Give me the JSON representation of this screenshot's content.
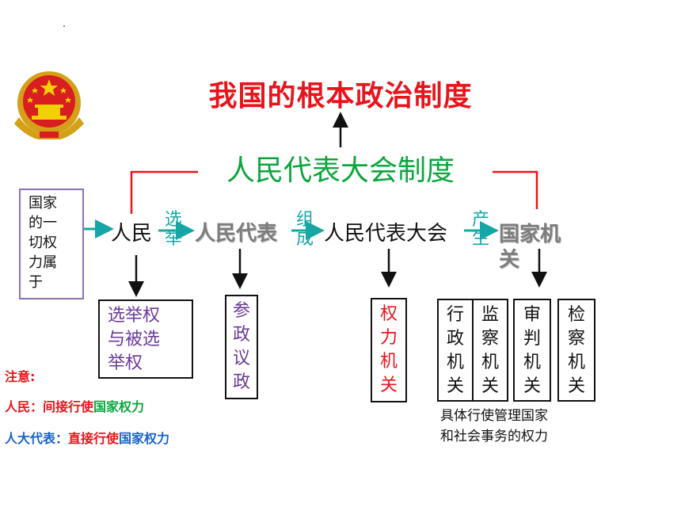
{
  "title": "我国的根本政治制度",
  "subtitle": "人民代表大会制度",
  "source_box": [
    "国家",
    "的一",
    "切权",
    "力属",
    "于"
  ],
  "nodes": {
    "people": "人民",
    "deputies": "人民代表",
    "congress": "人民代表大会",
    "organs_line1": "国家机",
    "organs_line2": "关"
  },
  "edge_labels": {
    "elect": [
      "选",
      "举"
    ],
    "form": [
      "组",
      "成"
    ],
    "produce": [
      "产",
      "生"
    ]
  },
  "boxes": {
    "election_rights": [
      "选举权",
      "与被选",
      "举权"
    ],
    "participation": [
      "参",
      "政",
      "议",
      "政"
    ],
    "power_organ": [
      "权",
      "力",
      "机",
      "关"
    ],
    "admin_organ": [
      "行",
      "政",
      "机",
      "关"
    ],
    "supervision_organ": [
      "监",
      "察",
      "机",
      "关"
    ],
    "judicial_organ": [
      "审",
      "判",
      "机",
      "关"
    ],
    "procuratorial_organ": [
      "检",
      "察",
      "机",
      "关"
    ]
  },
  "caption": [
    "具体行使管理国家",
    "和社会事务的权力"
  ],
  "notes": {
    "heading": "注意:",
    "line1_prefix": "人民：",
    "line1_middle": "间接行使",
    "line1_suffix": "国家权力",
    "line2_prefix": "人大代表：",
    "line2_middle": "直接行使",
    "line2_suffix": "国家权力"
  },
  "colors": {
    "title": "#e8141b",
    "subtitle": "#0aa63c",
    "connector": "#e8141b",
    "arrow_teal": "#16a6a6",
    "edge_label": "#16a6a6",
    "election_text": "#6a3a96",
    "participation_text": "#6a3a96",
    "power_text": "#e8141b",
    "source_border": "#8a6fb3",
    "note_red": "#e8141b",
    "note_green": "#0aa63c",
    "note_blue": "#1763c9"
  },
  "emblem_icon": "national-emblem-icon"
}
